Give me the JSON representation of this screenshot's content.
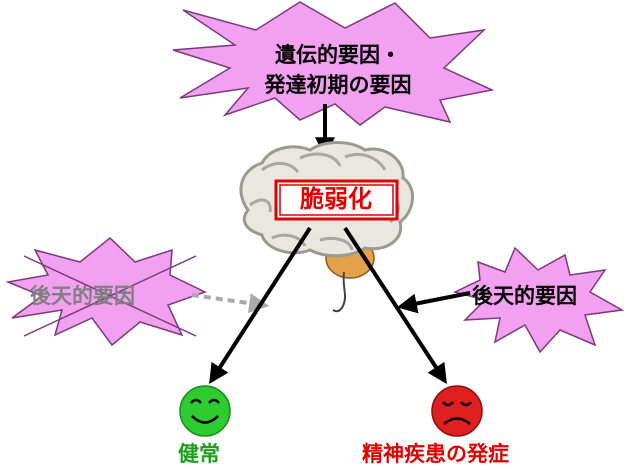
{
  "top_factor": {
    "line1": "遺伝的要因・",
    "line2": "発達初期の要因"
  },
  "vulnerability": "脆弱化",
  "acquired_factor_negated": "後天的要因",
  "acquired_factor": "後天的要因",
  "outcome_healthy": "健常",
  "outcome_disorder": "精神疾患の発症",
  "colors": {
    "burst_fill": "#f2a0f0",
    "burst_stroke": "#7a3a7a",
    "vulnerability_text": "#e00000",
    "healthy_face": "#2ecc2e",
    "disorder_face": "#e02020"
  },
  "icons": {
    "brain": "brain-icon",
    "smile": "smile-face-icon",
    "sad": "sad-face-icon"
  }
}
